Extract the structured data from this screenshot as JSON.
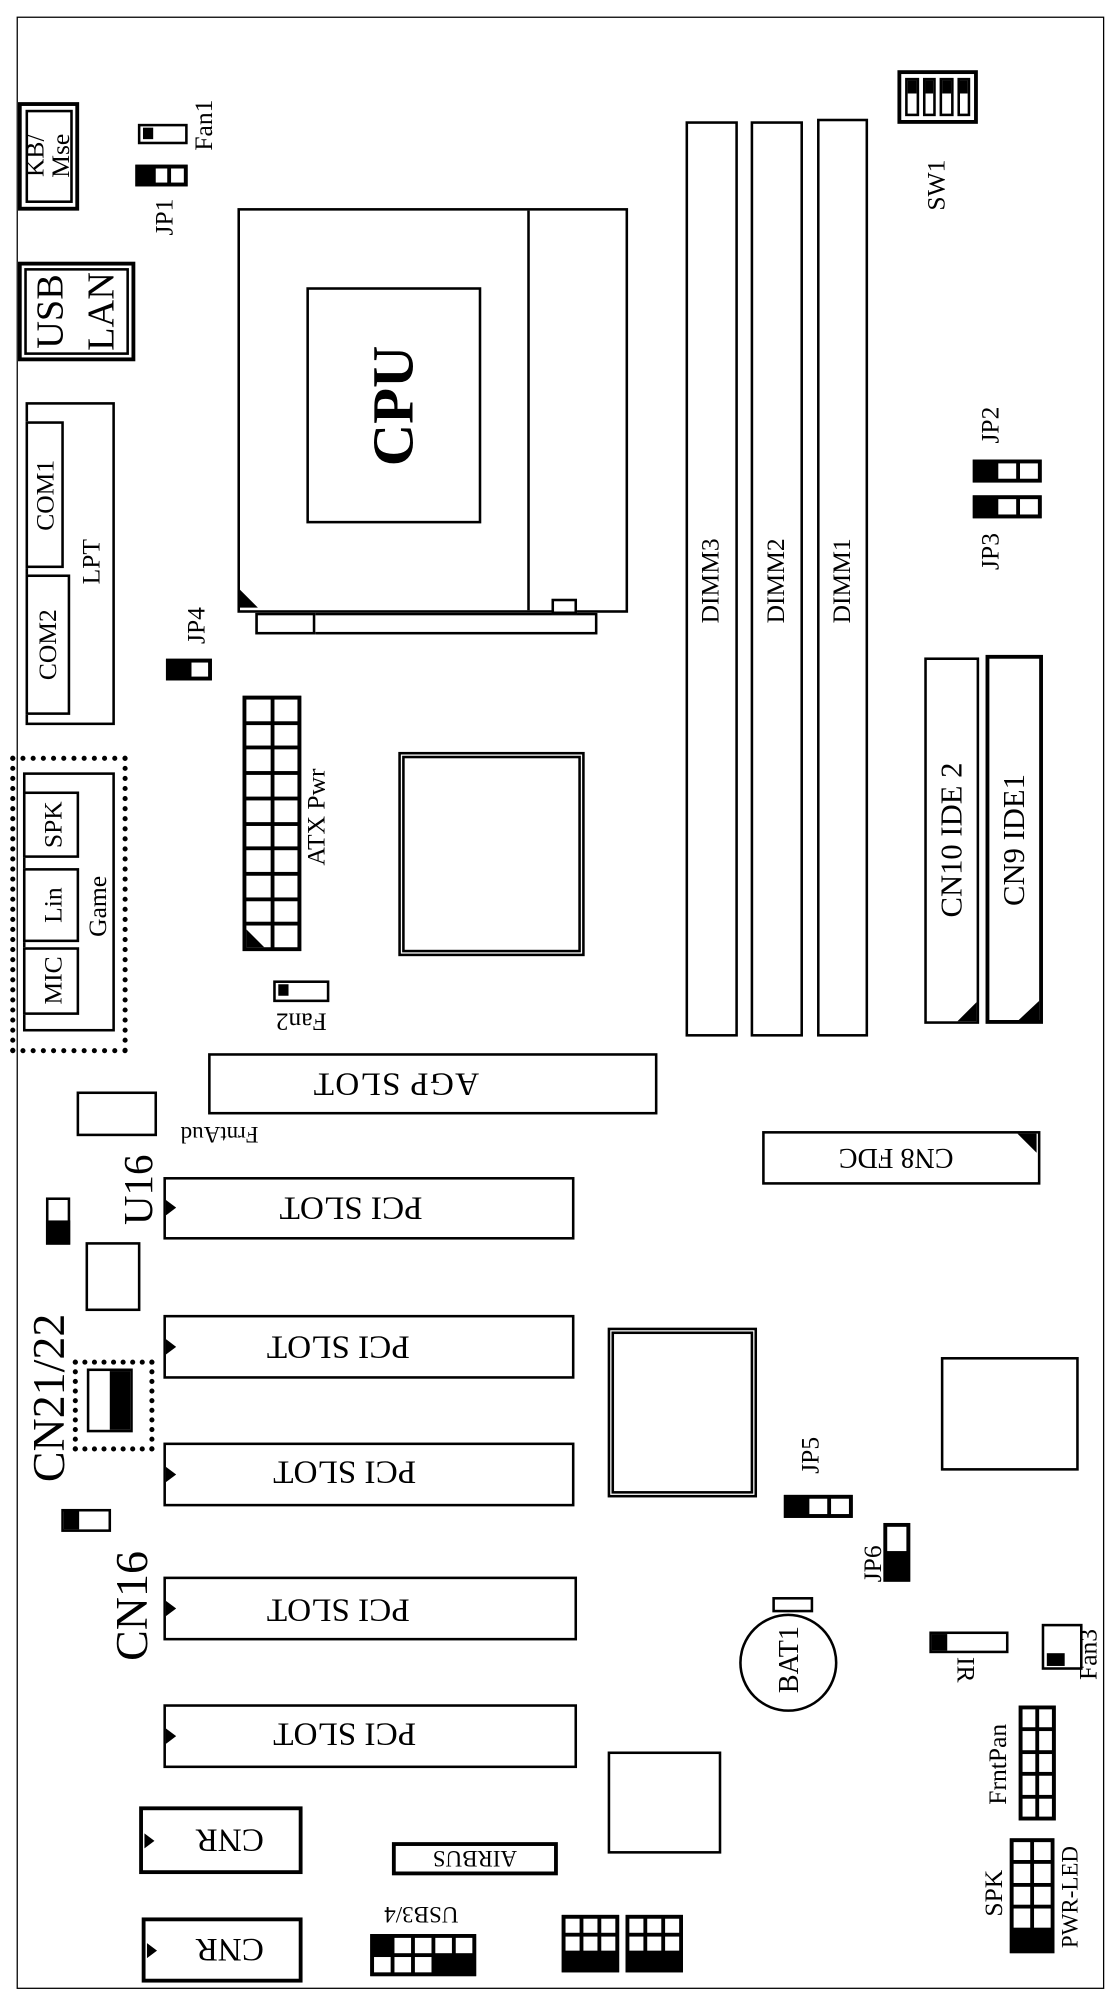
{
  "title": "Motherboard layout",
  "labels": {
    "kb_mse": "KB/ Mse",
    "fan1": "Fan1",
    "jp1": "JP1",
    "usb": "USB",
    "lan": "LAN",
    "com1": "COM1",
    "com2": "COM2",
    "lpt": "LPT",
    "spk_audio": "SPK",
    "lin": "Lin",
    "mic": "MIC",
    "game": "Game",
    "cpu": "CPU",
    "jp4": "JP4",
    "atx_pwr": "ATX Pwr",
    "fan2": "Fan2",
    "agp": "AGP SLOT",
    "frntaud": "FrntAud",
    "u16": "U16",
    "cn21_22": "CN21/22",
    "cn16": "CN16",
    "pci": "PCI SLOT",
    "cnr": "CNR",
    "airbus": "AIRBUS",
    "usb34": "USB3/4",
    "bat1": "BAT1",
    "jp5": "JP5",
    "jp6": "JP6",
    "ir": "IR",
    "fan3": "Fan3",
    "frntpan": "FrntPan",
    "spk": "SPK",
    "pwr_led": "PWR-LED",
    "cn8": "CN8 FDC",
    "cn10": "CN10 IDE 2",
    "cn9": "CN9 IDE1",
    "dimm3": "DIMM3",
    "dimm2": "DIMM2",
    "dimm1": "DIMM1",
    "sw1": "SW1",
    "jp2": "JP2",
    "jp3": "JP3"
  }
}
